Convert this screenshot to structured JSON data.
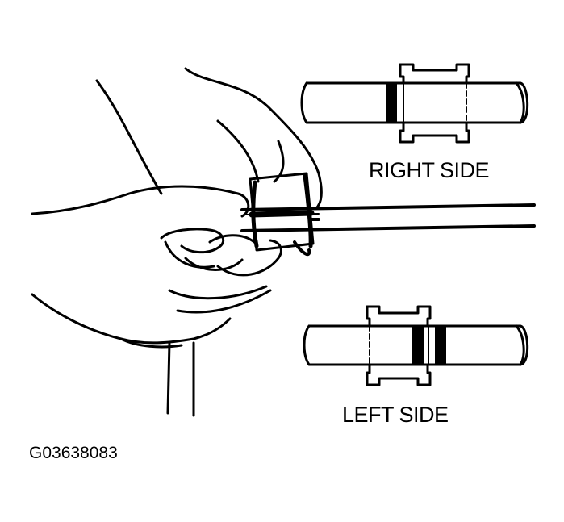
{
  "labels": {
    "right_side": "RIGHT SIDE",
    "left_side": "LEFT SIDE",
    "figure_id": "G03638083"
  },
  "colors": {
    "ink": "#000000",
    "paper": "#ffffff"
  }
}
